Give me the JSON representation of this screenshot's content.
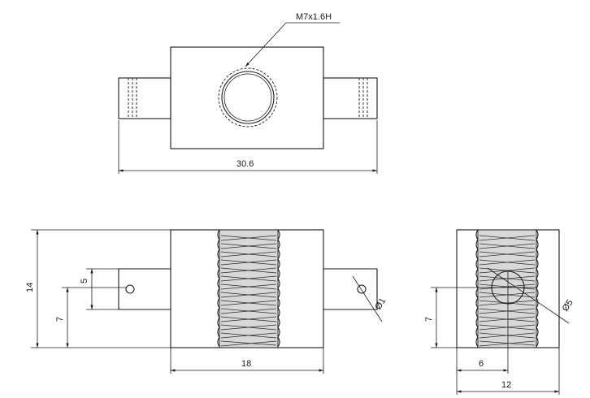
{
  "dimensions": {
    "thread_callout": "M7x1.6H",
    "top_width": "30.6",
    "front_height": "14",
    "front_slot": "5",
    "front_pin_height": "7",
    "front_width": "18",
    "pin_diameter": "Ø1",
    "side_height": "7",
    "side_offset": "6",
    "side_width": "12",
    "side_bore": "Ø5"
  }
}
